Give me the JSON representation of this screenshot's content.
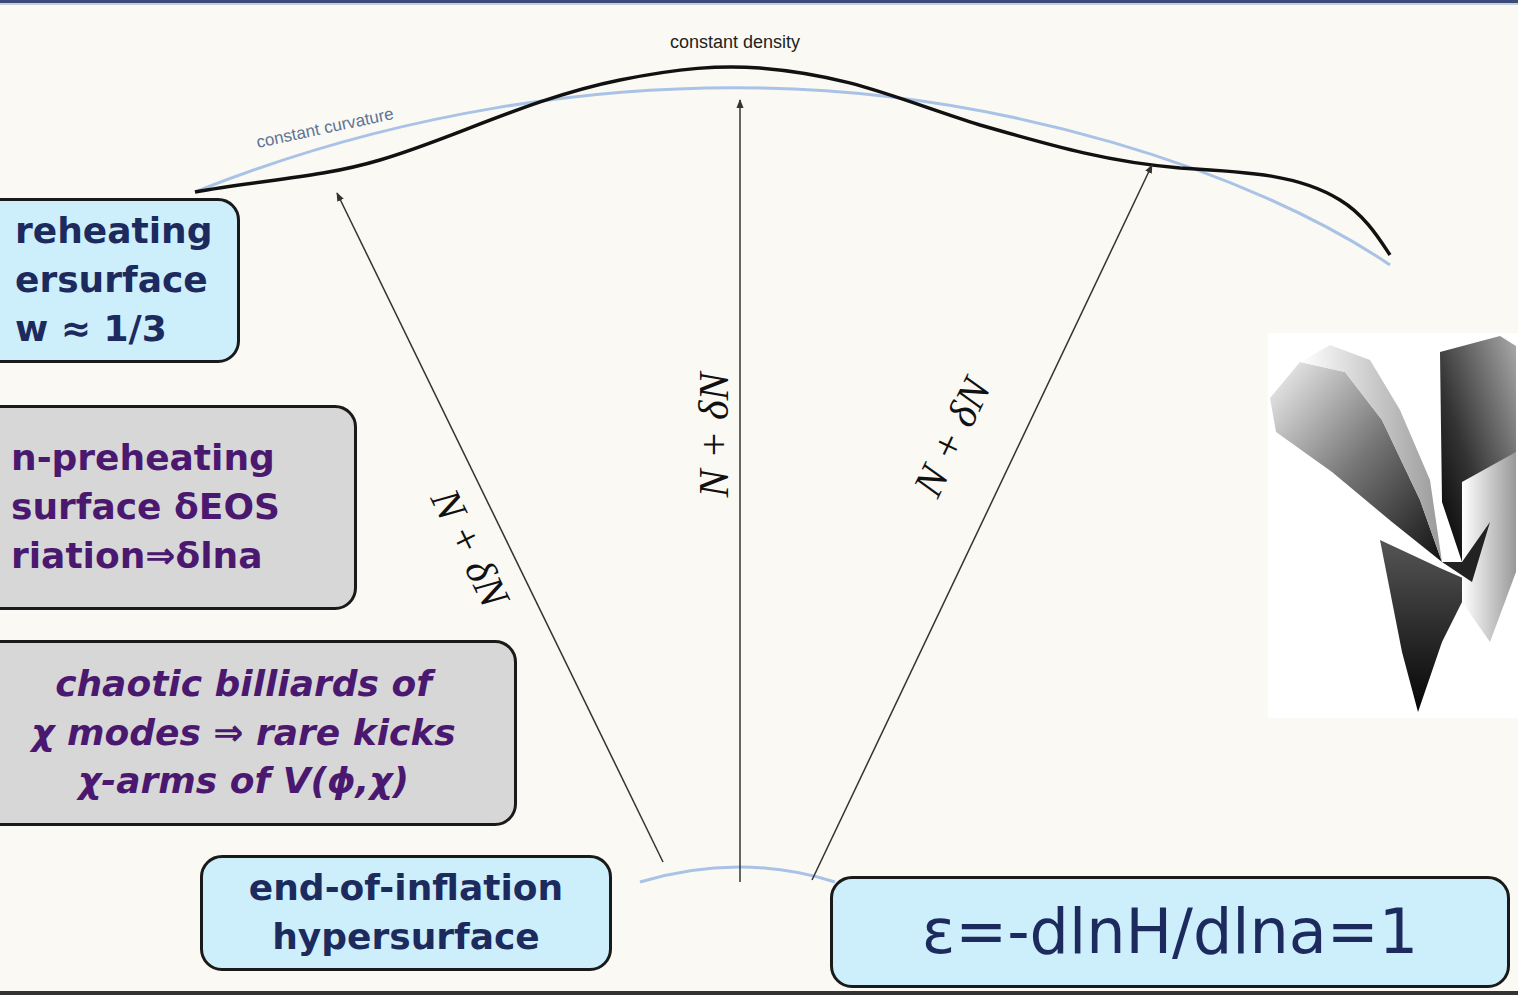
{
  "diagram": {
    "nodes": [
      {
        "text": [
          "reheating ersurface w ≈ 1/3"
        ]
      },
      {
        "text": [
          "n-preheating surface δEOS riation⇒δlna"
        ]
      },
      {
        "text": [
          "chaotic billiards of χ modes ⇒ rare kicks χ-arms of V(ϕ,χ)"
        ]
      },
      {
        "text": [
          "end-of-inflation hypersurface"
        ]
      },
      {
        "text": [
          "ε=-dlnH/dlna=1"
        ]
      }
    ],
    "labels": [
      "constant density",
      "constant curvature",
      "N + δN",
      "N + δN",
      "N + δN"
    ]
  }
}
